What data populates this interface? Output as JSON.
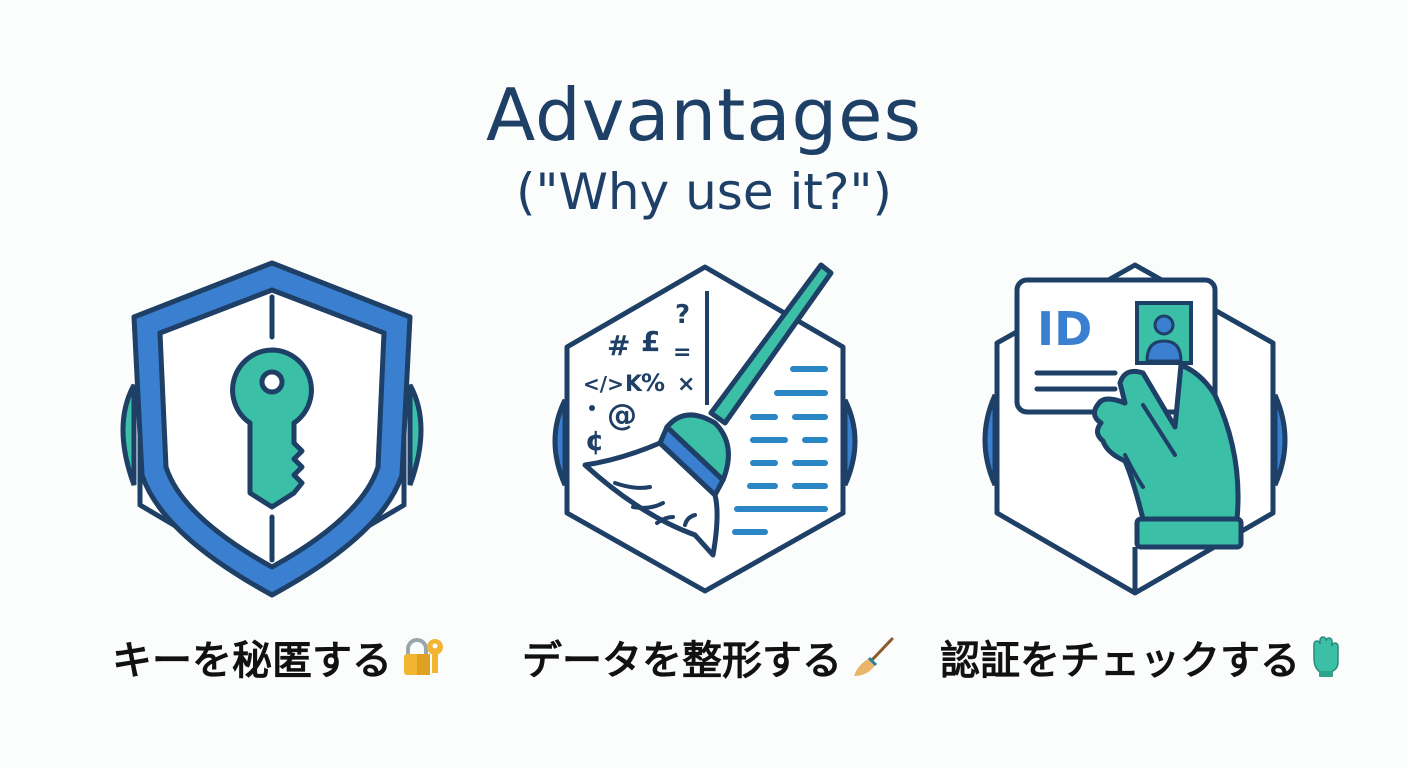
{
  "header": {
    "title": "Advantages",
    "subtitle": "(\"Why use it?\")"
  },
  "colors": {
    "navy": "#1e3f66",
    "blue": "#3a7fd0",
    "teal": "#3bbfa6",
    "text": "#111111",
    "background": "#fbfcfc"
  },
  "cards": [
    {
      "icon": "shield-key-icon",
      "caption": "キーを秘匿する",
      "emoji": "locked-with-key-icon"
    },
    {
      "icon": "broom-data-cleanup-icon",
      "caption": "データを整形する",
      "emoji": "broom-icon"
    },
    {
      "icon": "id-card-hand-icon",
      "caption": "認証をチェックする",
      "emoji": "gloves-icon"
    }
  ],
  "broom_symbols": [
    "?",
    "#",
    "£",
    "=",
    "</>",
    "K",
    "%",
    "×",
    "@",
    "¢"
  ],
  "id_card_label": "ID"
}
